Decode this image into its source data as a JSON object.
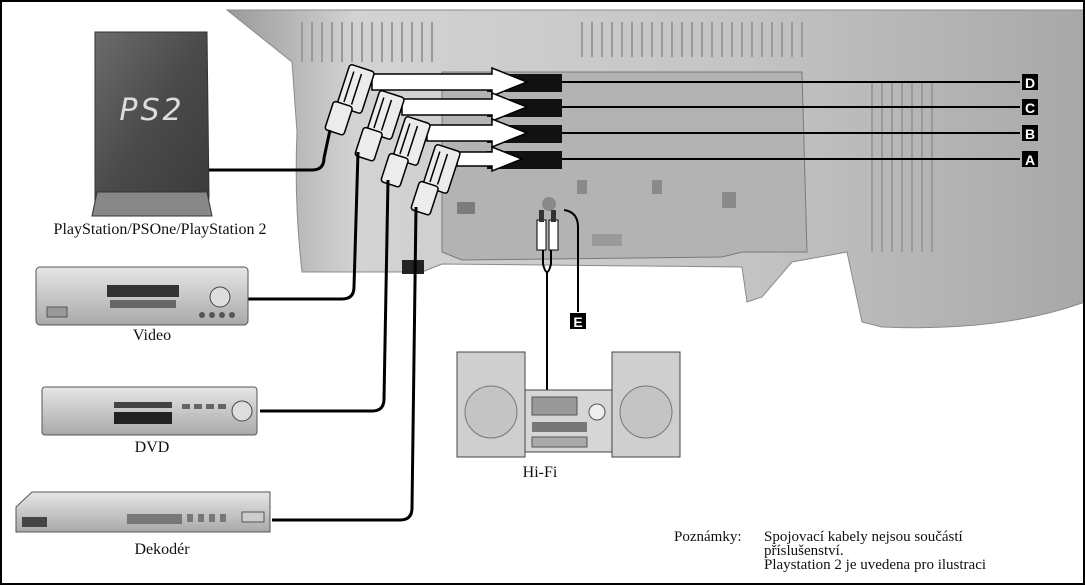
{
  "labels": {
    "ps": "PlayStation/PSOne/PlayStation 2",
    "video": "Video",
    "dvd": "DVD",
    "decoder": "Dekodér",
    "hifi": "Hi-Fi",
    "ps2_logo": "PS2"
  },
  "markers": {
    "d": "D",
    "c": "C",
    "b": "B",
    "a": "A",
    "e": "E"
  },
  "notes": {
    "title": "Poznámky:",
    "lines": [
      "Spojovací kabely nejsou součástí",
      "příslušenství.",
      "Playstation 2 je uvedena pro ilustraci"
    ]
  },
  "colors": {
    "tv_body": "#c9c9c9",
    "tv_panel": "#a9a9a9",
    "socket": "#111111",
    "marker_bg": "#000000",
    "cable": "#000000"
  }
}
